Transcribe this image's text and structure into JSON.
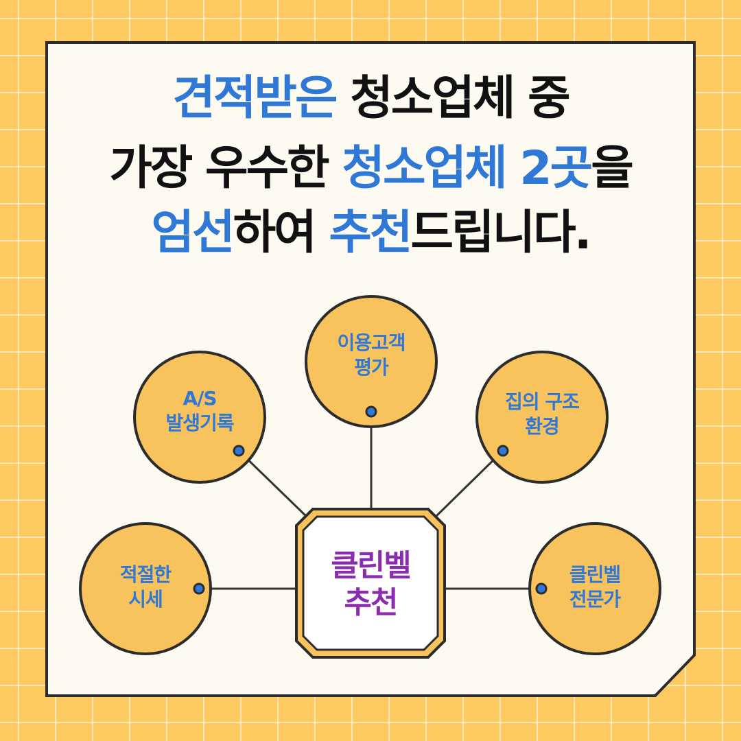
{
  "headline": {
    "line1": [
      {
        "text": "견적받은",
        "highlight": true
      },
      {
        "text": " 청소업체 중",
        "highlight": false
      }
    ],
    "line2": [
      {
        "text": "가장 우수한 ",
        "highlight": false
      },
      {
        "text": "청소업체 2곳",
        "highlight": true
      },
      {
        "text": "을",
        "highlight": false
      }
    ],
    "line3": [
      {
        "text": "엄선",
        "highlight": true
      },
      {
        "text": "하여 ",
        "highlight": false
      },
      {
        "text": "추천",
        "highlight": true
      },
      {
        "text": "드립니다.",
        "highlight": false
      }
    ]
  },
  "diagram": {
    "center": {
      "line1": "클린벨",
      "line2": "추천"
    },
    "nodes": {
      "customer_review": {
        "line1": "이용고객",
        "line2": "평가"
      },
      "as_history": {
        "line1": "A/S",
        "line2": "발생기록"
      },
      "house_structure": {
        "line1": "집의 구조",
        "line2": "환경"
      },
      "fair_price": {
        "line1": "적절한",
        "line2": "시세"
      },
      "expert": {
        "line1": "클린벨",
        "line2": "전문가"
      }
    }
  },
  "colors": {
    "background": "#fdca62",
    "card": "#fdfbf1",
    "highlight_text": "#2f78d6",
    "center_text": "#8a2bb0",
    "node_fill": "#f8c35c",
    "outline": "#2c2c2c"
  }
}
